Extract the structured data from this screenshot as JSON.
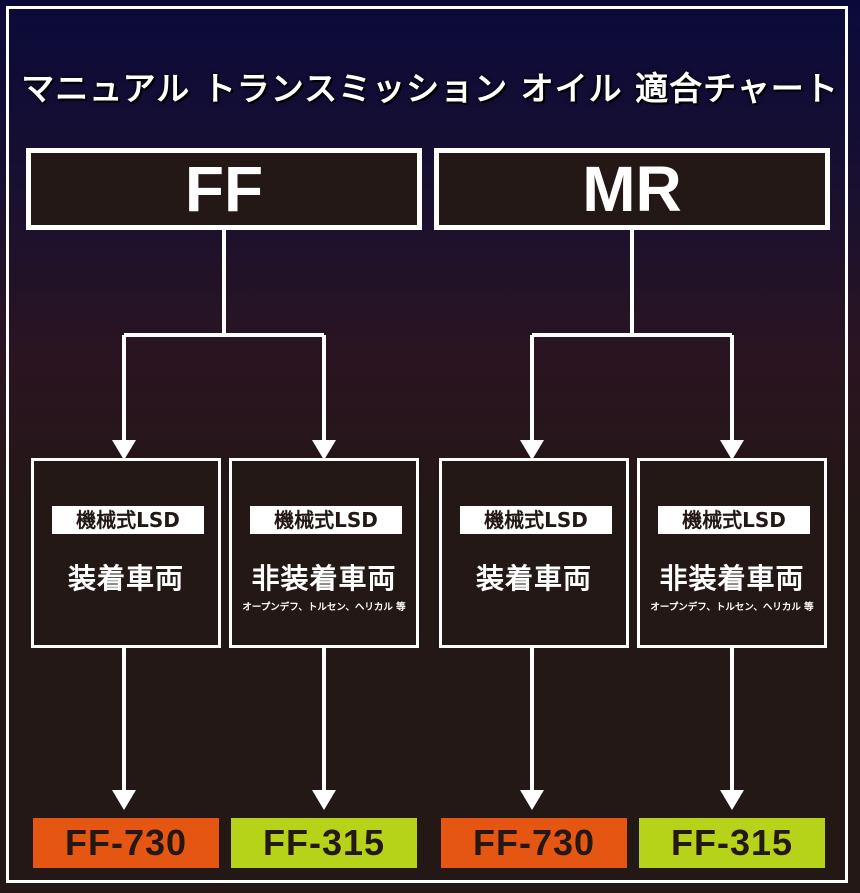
{
  "title": "マニュアル トランスミッション オイル 適合チャート",
  "colors": {
    "orange": "#e55612",
    "green": "#b6d319",
    "background": "#231815",
    "white": "#ffffff"
  },
  "groups": [
    {
      "drive": "FF",
      "options": [
        {
          "tag": "機械式LSD",
          "status": "装着車両",
          "note": "",
          "result": "FF-730",
          "result_color": "orange"
        },
        {
          "tag": "機械式LSD",
          "status": "非装着車両",
          "note": "オープンデフ、トルセン、ヘリカル 等",
          "result": "FF-315",
          "result_color": "green"
        }
      ]
    },
    {
      "drive": "MR",
      "options": [
        {
          "tag": "機械式LSD",
          "status": "装着車両",
          "note": "",
          "result": "FF-730",
          "result_color": "orange"
        },
        {
          "tag": "機械式LSD",
          "status": "非装着車両",
          "note": "オープンデフ、トルセン、ヘリカル 等",
          "result": "FF-315",
          "result_color": "green"
        }
      ]
    }
  ]
}
